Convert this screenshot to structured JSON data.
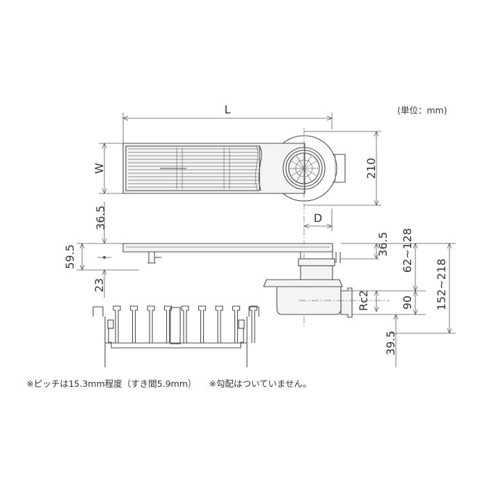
{
  "unit_label": "(単位：mm)",
  "dimensions": {
    "length": "L",
    "width": "W",
    "total_width": "210",
    "offset": "D",
    "upper_depth_left": "36.5",
    "side_height": "59.5",
    "lower_depth": "23",
    "upper_depth_right": "36.5",
    "adjust_range": "62~128",
    "total_range": "152~218",
    "trap_height": "90",
    "thread": "Rc2",
    "bottom": "39.5"
  },
  "notes": {
    "pitch": "※ピッチは15.3mm程度（すき間5.9mm）",
    "slope": "※勾配はついていません。"
  }
}
